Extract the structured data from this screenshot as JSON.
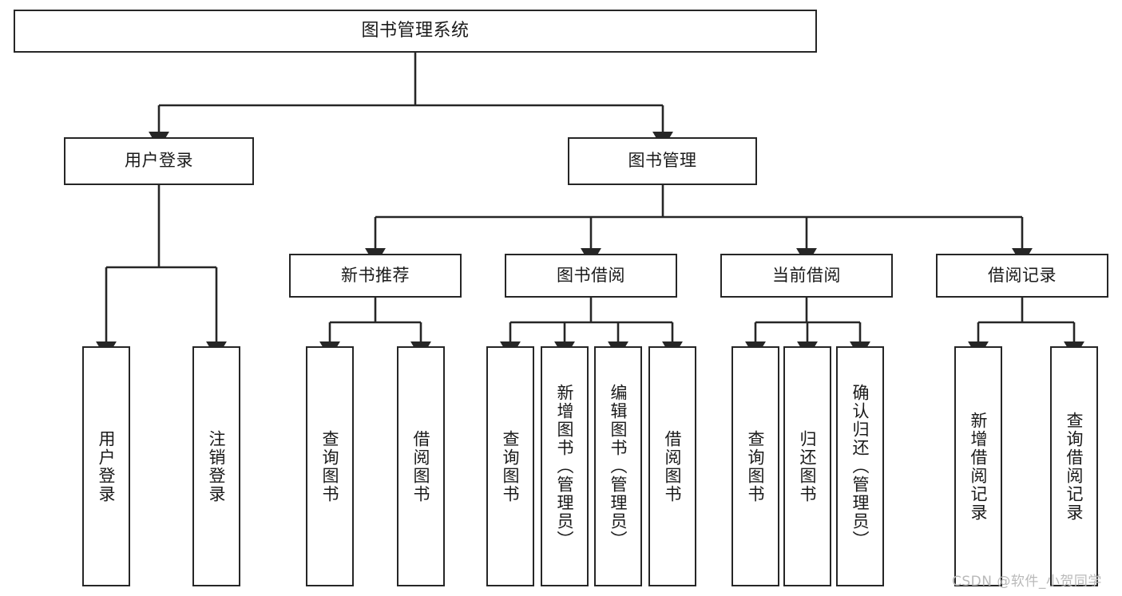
{
  "diagram": {
    "title": "图书管理系统",
    "type": "tree",
    "colors": {
      "box_border": "#262626",
      "box_fill": "#ffffff",
      "connector": "#262626",
      "text": "#1a1a1a",
      "watermark": "#b9b9b9"
    },
    "nodes": {
      "root": {
        "label": "图书管理系统"
      },
      "level2": [
        {
          "id": "user-login",
          "label": "用户登录"
        },
        {
          "id": "book-manage",
          "label": "图书管理"
        }
      ],
      "level3": [
        {
          "id": "new-book-recommend",
          "label": "新书推荐"
        },
        {
          "id": "book-borrow",
          "label": "图书借阅"
        },
        {
          "id": "current-borrow",
          "label": "当前借阅"
        },
        {
          "id": "borrow-record",
          "label": "借阅记录"
        }
      ],
      "leaves": {
        "user-login": [
          {
            "id": "leaf-user-login",
            "label": "用户登录"
          },
          {
            "id": "leaf-logout-login",
            "label": "注销登录"
          }
        ],
        "new-book-recommend": [
          {
            "id": "leaf-query-book-1",
            "label": "查询图书"
          },
          {
            "id": "leaf-borrow-book-1",
            "label": "借阅图书"
          }
        ],
        "book-borrow": [
          {
            "id": "leaf-query-book-2",
            "label": "查询图书"
          },
          {
            "id": "leaf-add-book",
            "label": "新增图书（管理员）"
          },
          {
            "id": "leaf-edit-book",
            "label": "编辑图书（管理员）"
          },
          {
            "id": "leaf-borrow-book-2",
            "label": "借阅图书"
          }
        ],
        "current-borrow": [
          {
            "id": "leaf-query-book-3",
            "label": "查询图书"
          },
          {
            "id": "leaf-return-book",
            "label": "归还图书"
          },
          {
            "id": "leaf-confirm-return",
            "label": "确认归还（管理员）"
          }
        ],
        "borrow-record": [
          {
            "id": "leaf-add-record",
            "label": "新增借阅记录"
          },
          {
            "id": "leaf-query-record",
            "label": "查询借阅记录"
          }
        ]
      }
    },
    "watermark": "CSDN @软件_小贺同学"
  }
}
